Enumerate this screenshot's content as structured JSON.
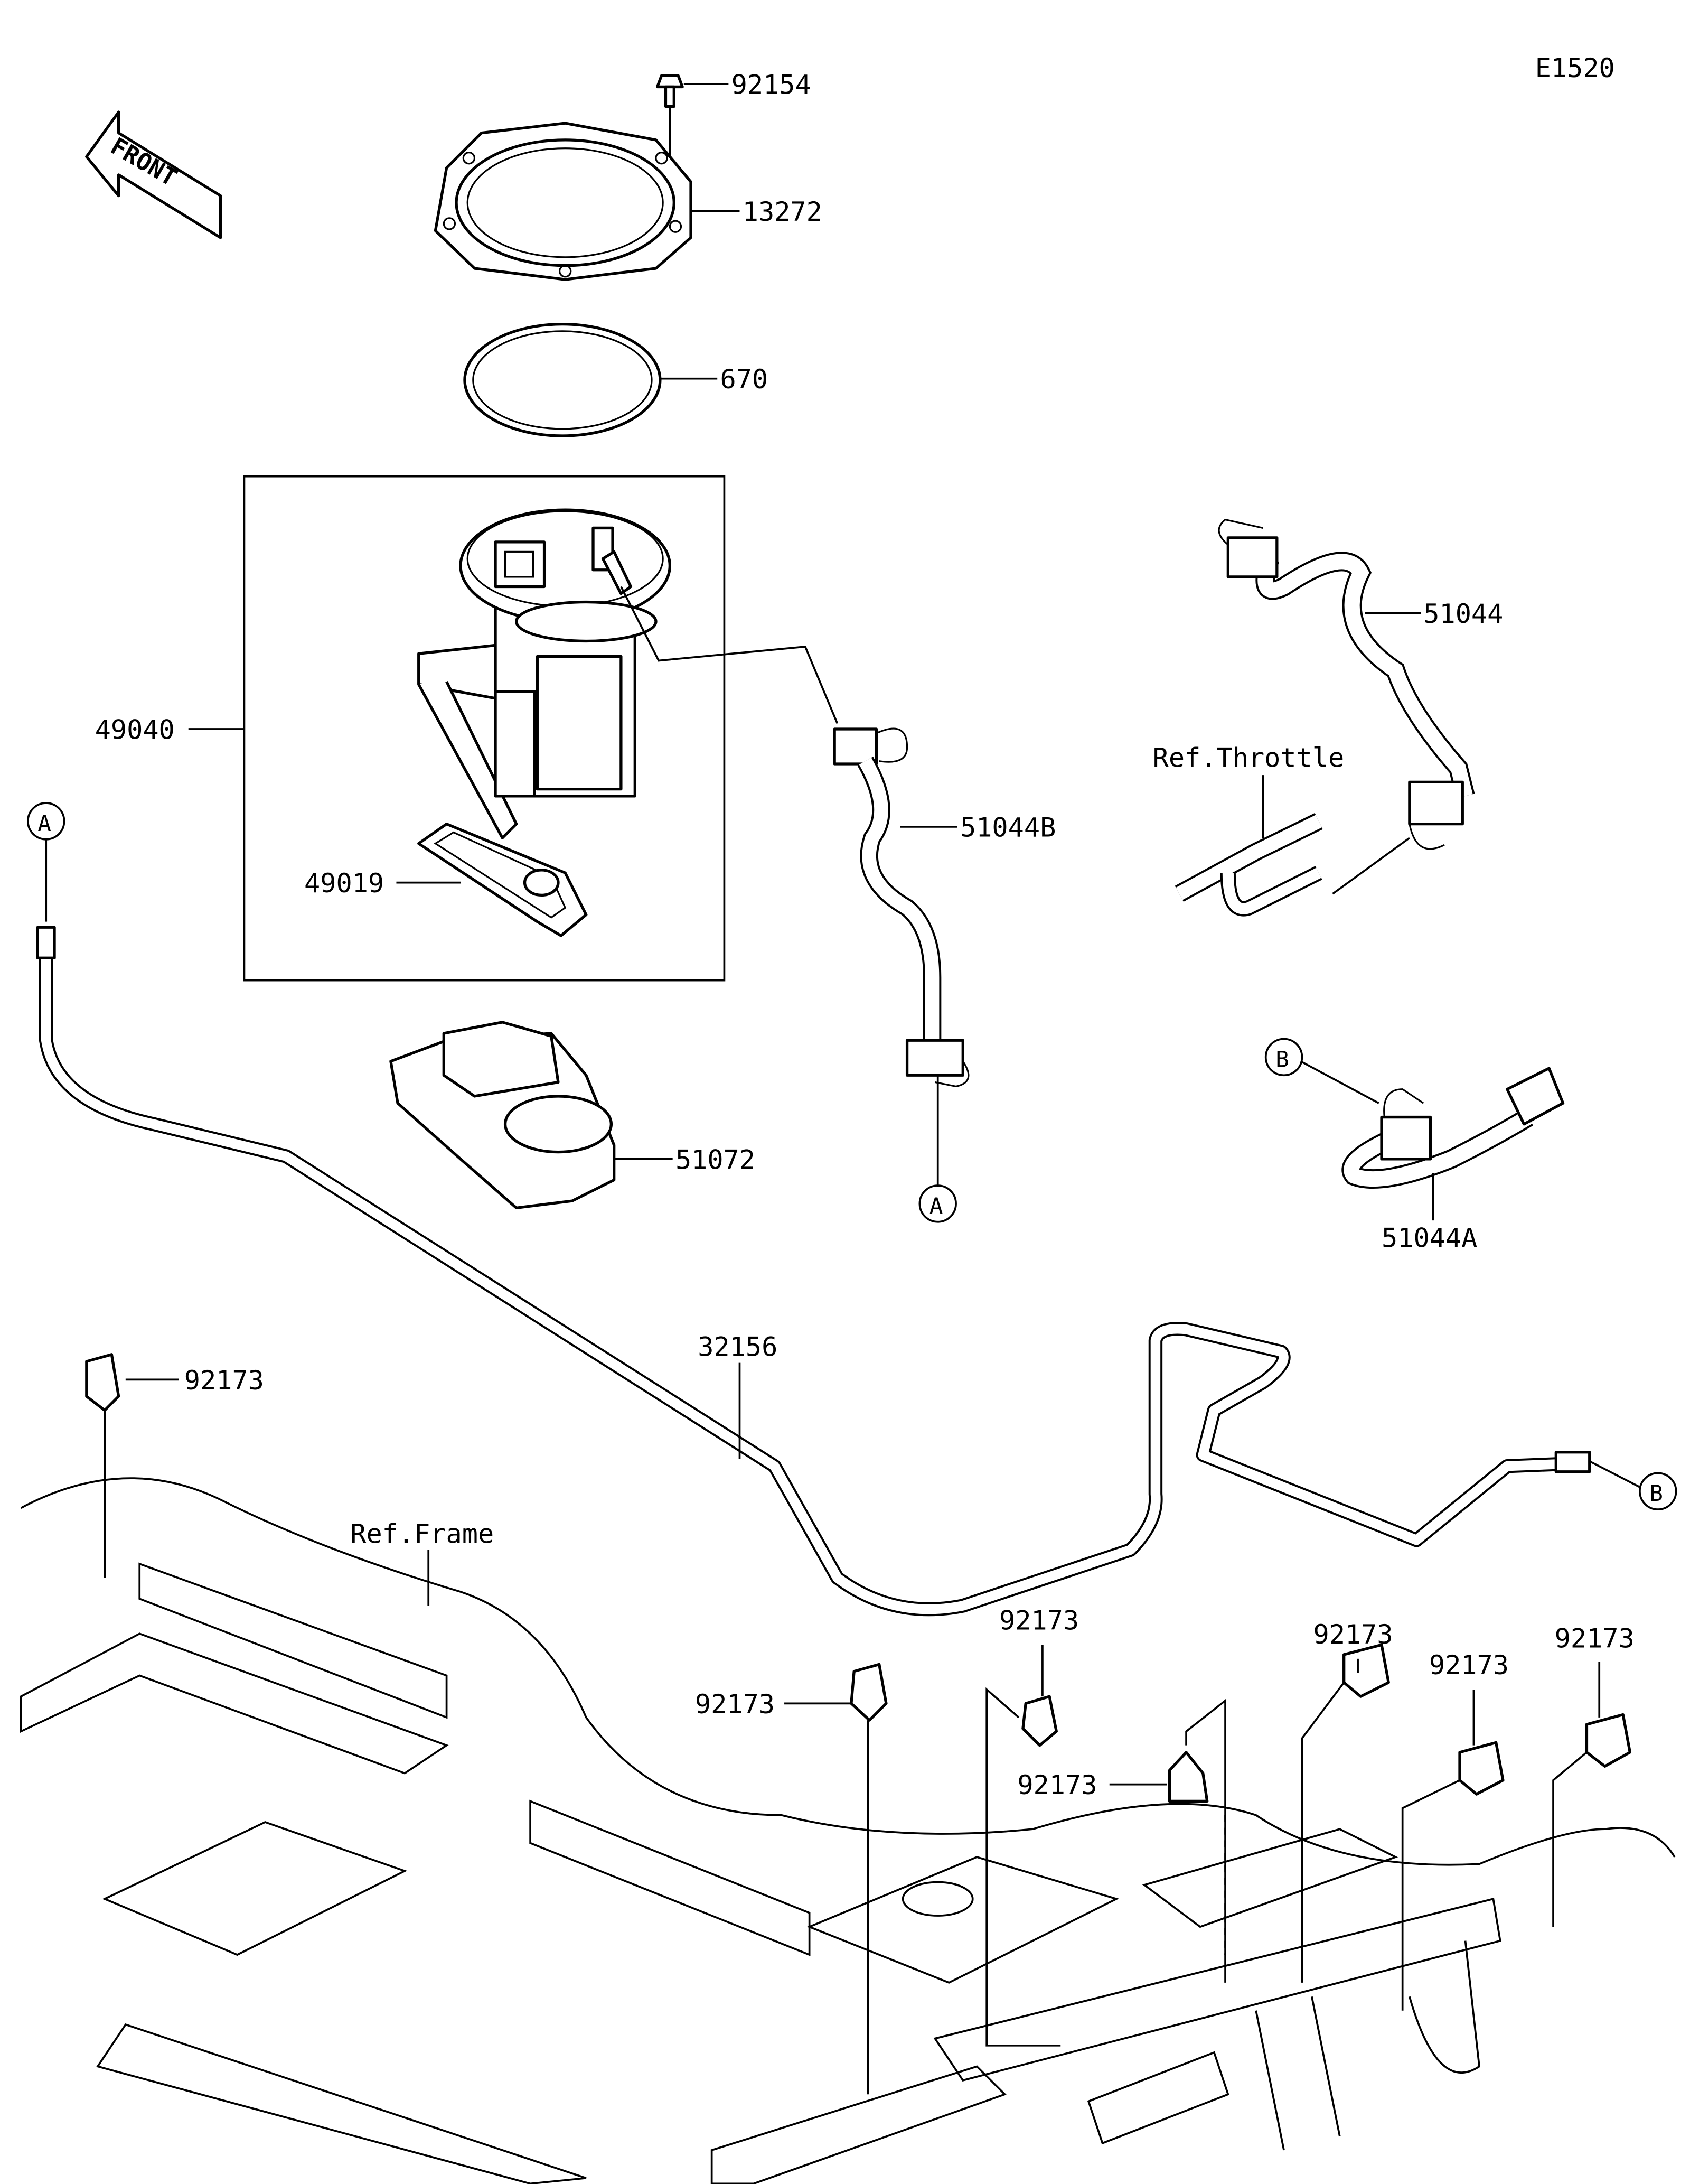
{
  "diagram_code": "E1520",
  "front_arrow": {
    "text": "FRONT"
  },
  "callouts": [
    {
      "part": "92154"
    },
    {
      "part": "13272"
    },
    {
      "part": "670"
    },
    {
      "part": "49040"
    },
    {
      "part": "49019"
    },
    {
      "part": "51072"
    },
    {
      "part": "51044B"
    },
    {
      "part": "51044"
    },
    {
      "part": "51044A"
    },
    {
      "part": "32156"
    },
    {
      "part": "92173"
    },
    {
      "part": "92173"
    },
    {
      "part": "92173"
    },
    {
      "part": "92173"
    },
    {
      "part": "92173"
    },
    {
      "part": "92173"
    },
    {
      "part": "92173"
    }
  ],
  "references": {
    "throttle": "Ref.Throttle",
    "frame": "Ref.Frame"
  },
  "connectors": {
    "a": "A",
    "b": "B"
  }
}
